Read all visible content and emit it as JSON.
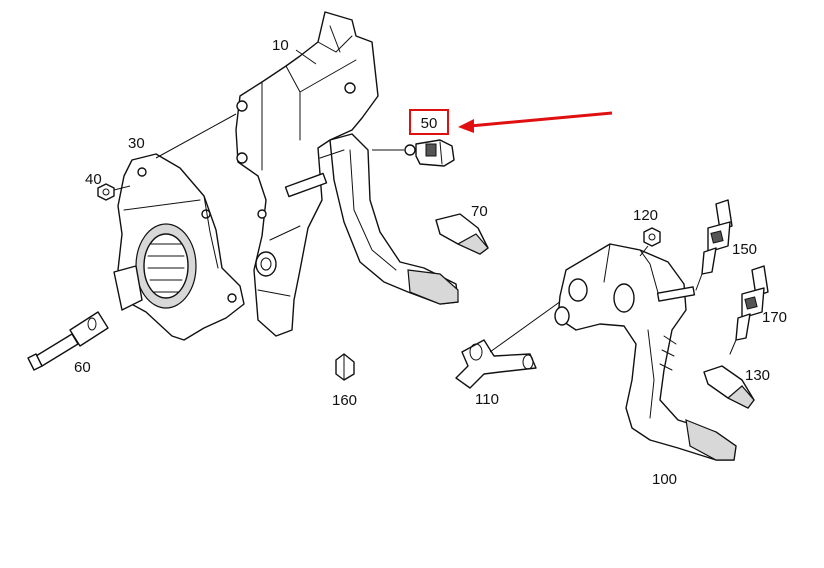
{
  "diagram": {
    "part_labels": {
      "p10": "10",
      "p30": "30",
      "p40": "40",
      "p50": "50",
      "p60": "60",
      "p70": "70",
      "p100": "100",
      "p110": "110",
      "p120": "120",
      "p130": "130",
      "p150": "150",
      "p160": "160",
      "p170": "170"
    },
    "highlighted_part": "50",
    "colors": {
      "highlight": "#e01010",
      "line": "#111111",
      "background": "#ffffff"
    }
  }
}
